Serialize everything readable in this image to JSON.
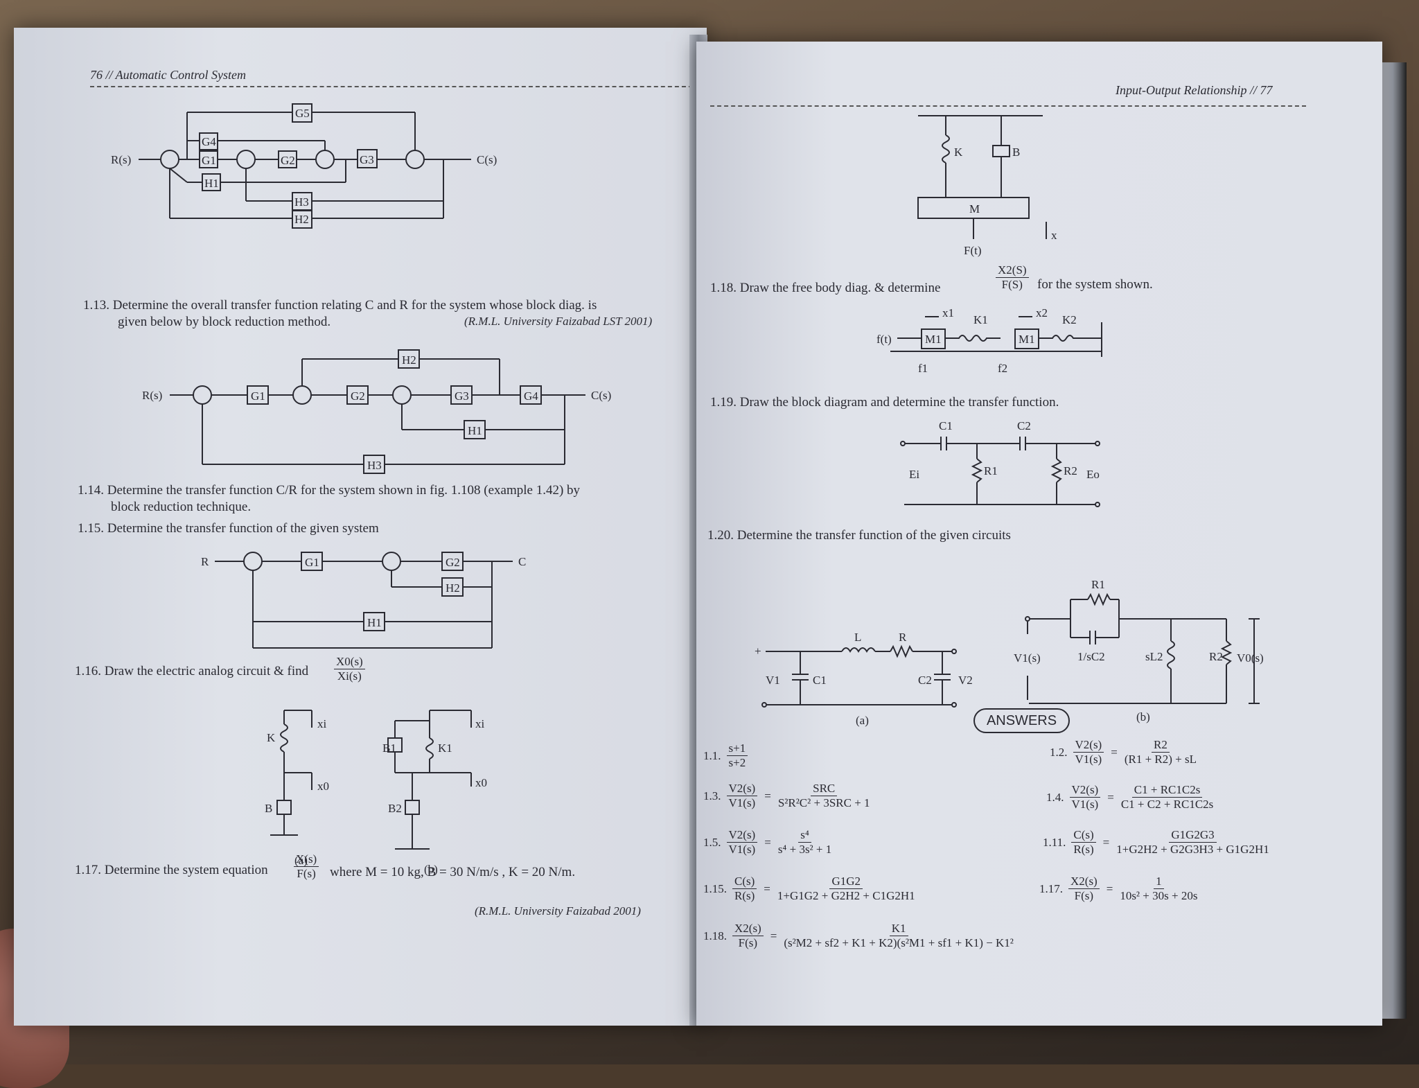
{
  "left_page": {
    "header": "76 // Automatic Control System",
    "diagram1": {
      "input": "R(s)",
      "output": "C(s)",
      "blocks": [
        "G5",
        "G4",
        "G1",
        "G2",
        "G3",
        "H1",
        "H3",
        "H2"
      ]
    },
    "q113": {
      "line1": "1.13. Determine the overall transfer function relating C and R for the system whose block diag. is",
      "line2": "given below by block reduction method.",
      "cite": "(R.M.L. University Faizabad LST 2001)"
    },
    "diagram2": {
      "input": "R(s)",
      "output": "C(s)",
      "blocks": [
        "G1",
        "G2",
        "G3",
        "G4",
        "H2",
        "H1",
        "H3"
      ]
    },
    "q114": {
      "line1": "1.14. Determine the transfer function C/R for the system shown in fig. 1.108 (example 1.42) by",
      "line2": "block reduction technique."
    },
    "q115": {
      "text": "1.15. Determine the transfer function of the given system"
    },
    "diagram3": {
      "input": "R",
      "output": "C",
      "blocks": [
        "G1",
        "G2",
        "H2",
        "H1"
      ]
    },
    "q116": {
      "text": "1.16. Draw the electric analog circuit & find",
      "frac_num": "X0(s)",
      "frac_den": "Xi(s)"
    },
    "mech": {
      "a_label": "(a)",
      "b_label": "(b)",
      "k": "K",
      "b": "B",
      "xi": "xi",
      "x0": "x0",
      "b1": "B1",
      "b2": "B2",
      "k1": "K1"
    },
    "q117": {
      "text": "1.17. Determine the system equation",
      "frac_num": "X(s)",
      "frac_den": "F(s)",
      "rest": "where M = 10 kg, B = 30 N/m/s , K = 20 N/m.",
      "cite": "(R.M.L. University Faizabad 2001)"
    }
  },
  "right_page": {
    "header": "Input-Output Relationship // 77",
    "fig118_top": {
      "k": "K",
      "b": "B",
      "m": "M",
      "f": "F(t)",
      "x": "x"
    },
    "q118": {
      "text": "1.18. Draw the free body diag. & determine",
      "frac_num": "X2(S)",
      "frac_den": "F(S)",
      "rest": "for the system shown."
    },
    "fig118": {
      "ft": "f(t)",
      "x1": "x1",
      "x2": "x2",
      "k1": "K1",
      "k2": "K2",
      "m1": "M1",
      "m2": "M1",
      "f1": "f1",
      "f2": "f2"
    },
    "q119": {
      "text": "1.19. Draw the block diagram and determine the transfer function."
    },
    "fig119": {
      "c1": "C1",
      "c2": "C2",
      "r1": "R1",
      "r2": "R2",
      "ei": "Ei",
      "eo": "Eo"
    },
    "q120": {
      "text": "1.20. Determine the transfer function of the given circuits"
    },
    "fig120a": {
      "l": "L",
      "r": "R",
      "c1": "C1",
      "c2": "C2",
      "v1": "V1",
      "v2": "V2",
      "label": "(a)"
    },
    "fig120b": {
      "r1": "R1",
      "c": "1/sC2",
      "l": "sL2",
      "r2": "R2",
      "vi": "V1(s)",
      "vo": "V0(s)",
      "label": "(b)"
    },
    "answers_title": "ANSWERS",
    "answers": [
      {
        "n": "1.1.",
        "lhs_num": "",
        "lhs_den": "",
        "num": "s+1",
        "den": "s+2"
      },
      {
        "n": "1.2.",
        "lhs_num": "V2(s)",
        "lhs_den": "V1(s)",
        "num": "R2",
        "den": "(R1 + R2) + sL"
      },
      {
        "n": "1.3.",
        "lhs_num": "V2(s)",
        "lhs_den": "V1(s)",
        "num": "SRC",
        "den": "S²R²C² + 3SRC + 1"
      },
      {
        "n": "1.4.",
        "lhs_num": "V2(s)",
        "lhs_den": "V1(s)",
        "num": "C1 + RC1C2s",
        "den": "C1 + C2 + RC1C2s"
      },
      {
        "n": "1.5.",
        "lhs_num": "V2(s)",
        "lhs_den": "V1(s)",
        "num": "s⁴",
        "den": "s⁴ + 3s² + 1"
      },
      {
        "n": "1.11.",
        "lhs_num": "C(s)",
        "lhs_den": "R(s)",
        "num": "G1G2G3",
        "den": "1+G2H2 + G2G3H3 + G1G2H1"
      },
      {
        "n": "1.15.",
        "lhs_num": "C(s)",
        "lhs_den": "R(s)",
        "num": "G1G2",
        "den": "1+G1G2 + G2H2 + C1G2H1"
      },
      {
        "n": "1.17.",
        "lhs_num": "X2(s)",
        "lhs_den": "F(s)",
        "num": "1",
        "den": "10s² + 30s + 20s"
      },
      {
        "n": "1.18.",
        "lhs_num": "X2(s)",
        "lhs_den": "F(s)",
        "num": "K1",
        "den": "(s²M2 + sf2 + K1 + K2)(s²M1 + sf1 + K1) − K1²"
      }
    ]
  }
}
